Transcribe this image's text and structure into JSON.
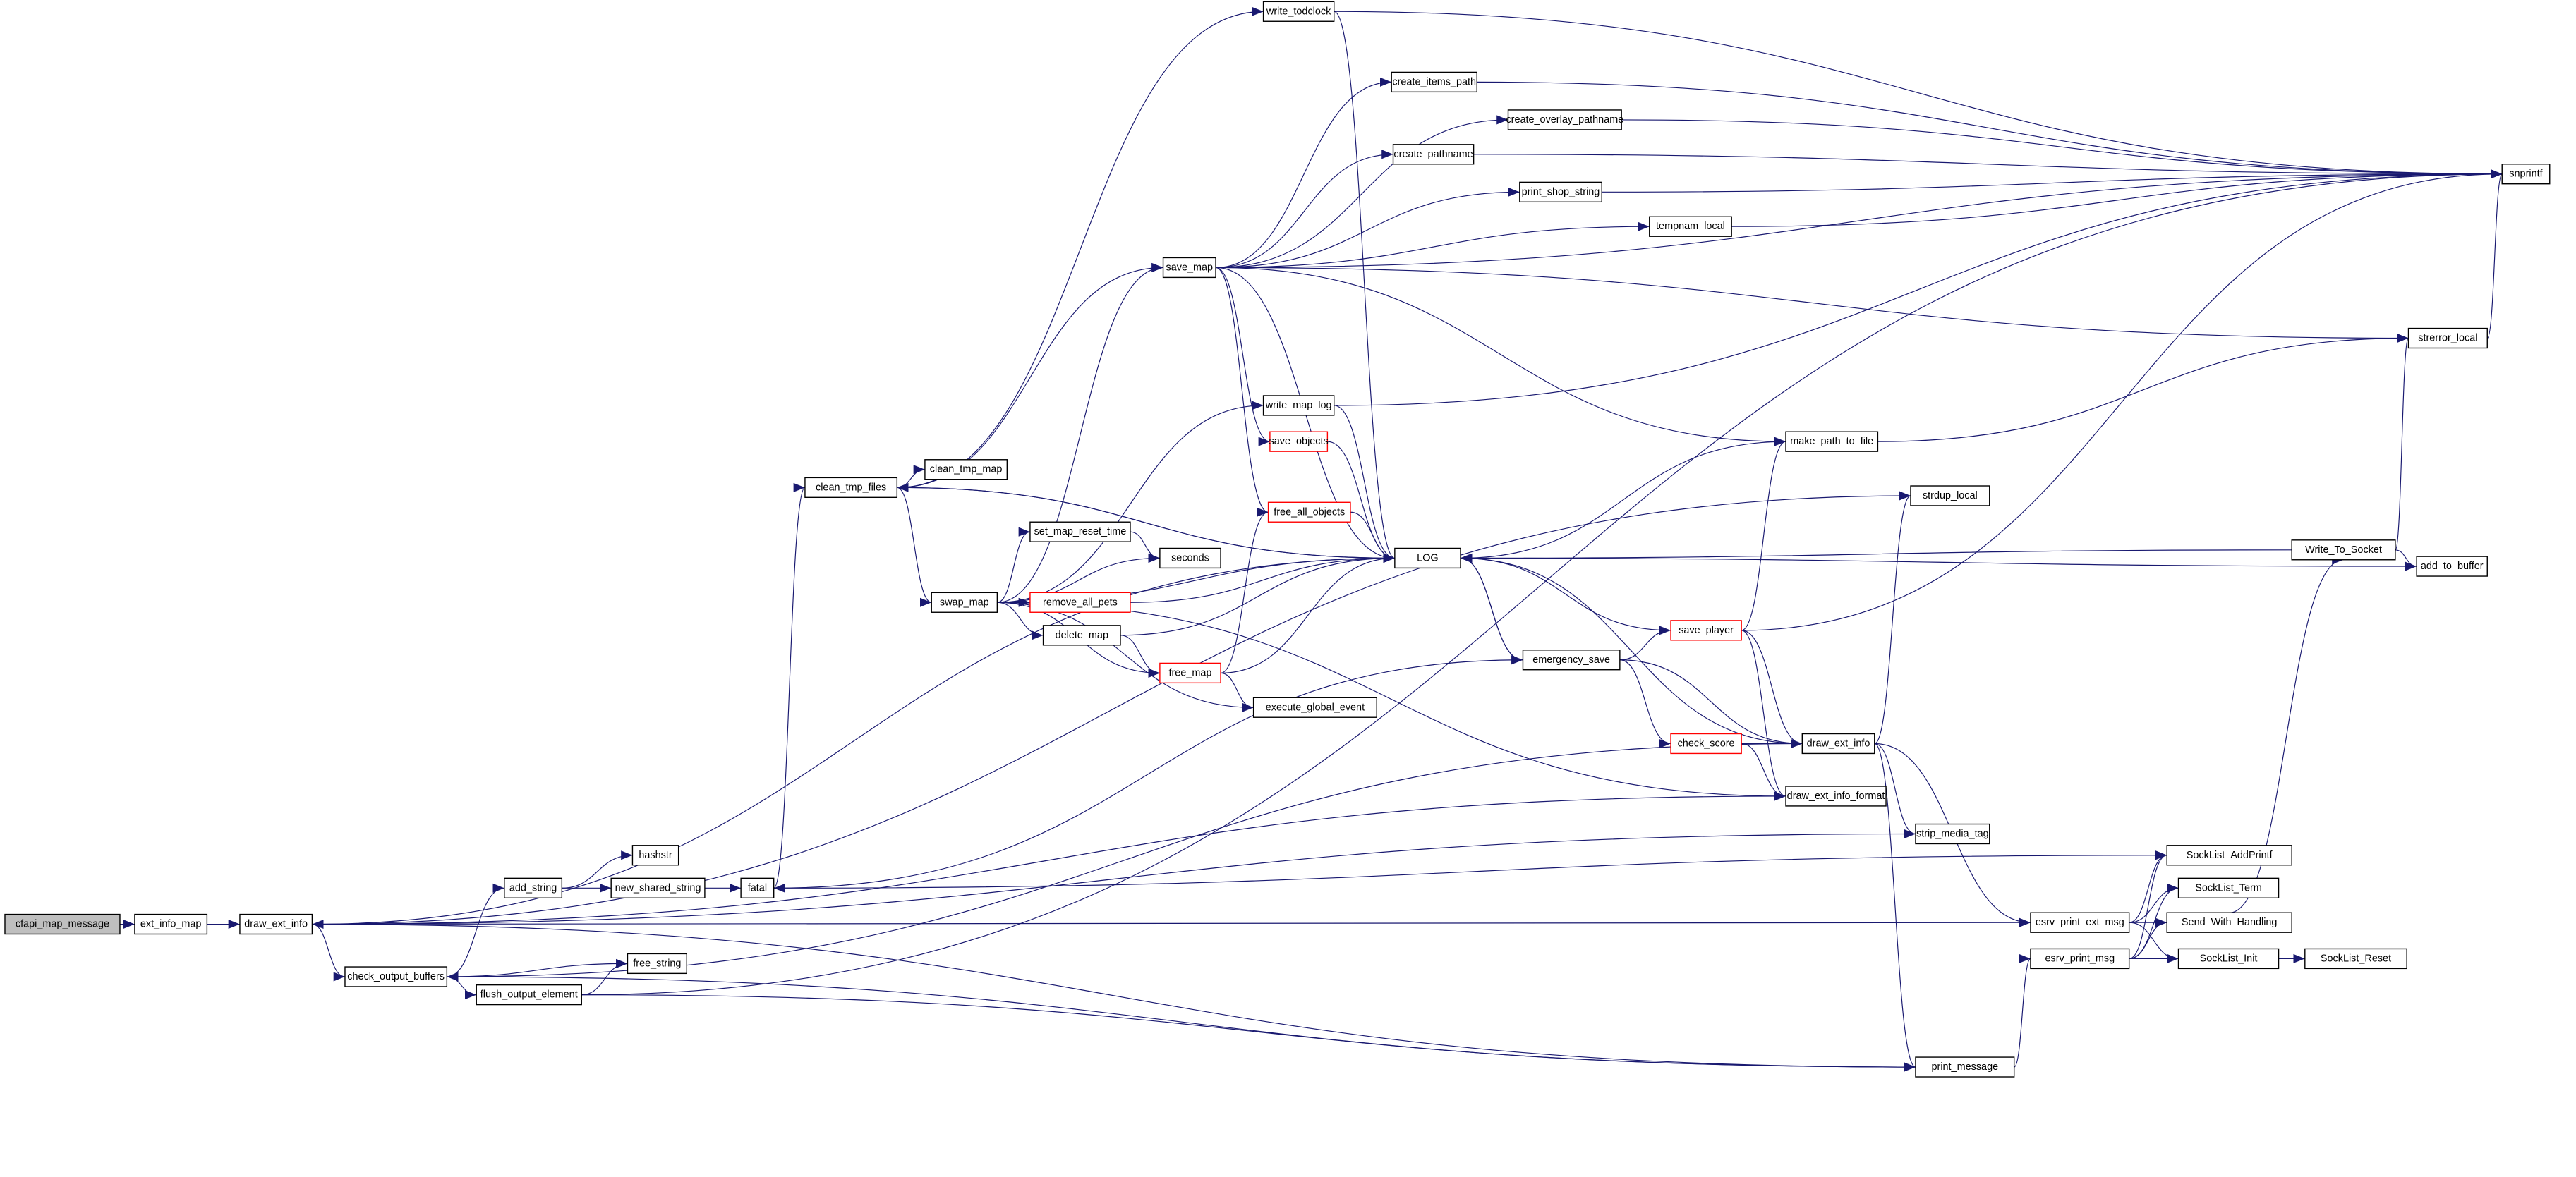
{
  "title": "cfapi_map_message call graph",
  "colors": {
    "edge": "#191970",
    "root_fill": "#bfbfbf",
    "truncated_border": "#ff0000"
  },
  "nodes": [
    {
      "id": "cfapi_map_message",
      "label": "cfapi_map_message",
      "kind": "root"
    },
    {
      "id": "ext_info_map",
      "label": "ext_info_map"
    },
    {
      "id": "draw_ext_info_l",
      "label": "draw_ext_info"
    },
    {
      "id": "check_output_buffers",
      "label": "check_output_buffers"
    },
    {
      "id": "flush_output_element",
      "label": "flush_output_element"
    },
    {
      "id": "add_string",
      "label": "add_string"
    },
    {
      "id": "hashstr",
      "label": "hashstr"
    },
    {
      "id": "new_shared_string",
      "label": "new_shared_string"
    },
    {
      "id": "free_string",
      "label": "free_string"
    },
    {
      "id": "fatal",
      "label": "fatal"
    },
    {
      "id": "clean_tmp_files",
      "label": "clean_tmp_files"
    },
    {
      "id": "clean_tmp_map",
      "label": "clean_tmp_map"
    },
    {
      "id": "swap_map",
      "label": "swap_map"
    },
    {
      "id": "set_map_reset_time",
      "label": "set_map_reset_time"
    },
    {
      "id": "seconds",
      "label": "seconds"
    },
    {
      "id": "remove_all_pets",
      "label": "remove_all_pets",
      "kind": "truncated"
    },
    {
      "id": "delete_map",
      "label": "delete_map"
    },
    {
      "id": "free_map",
      "label": "free_map",
      "kind": "truncated"
    },
    {
      "id": "execute_global_event",
      "label": "execute_global_event"
    },
    {
      "id": "save_map",
      "label": "save_map"
    },
    {
      "id": "write_todclock",
      "label": "write_todclock"
    },
    {
      "id": "create_items_path",
      "label": "create_items_path"
    },
    {
      "id": "create_overlay_pathname",
      "label": "create_overlay_pathname"
    },
    {
      "id": "create_pathname",
      "label": "create_pathname"
    },
    {
      "id": "print_shop_string",
      "label": "print_shop_string"
    },
    {
      "id": "tempnam_local",
      "label": "tempnam_local"
    },
    {
      "id": "write_map_log",
      "label": "write_map_log"
    },
    {
      "id": "save_objects",
      "label": "save_objects",
      "kind": "truncated"
    },
    {
      "id": "free_all_objects",
      "label": "free_all_objects",
      "kind": "truncated"
    },
    {
      "id": "LOG",
      "label": "LOG"
    },
    {
      "id": "make_path_to_file",
      "label": "make_path_to_file"
    },
    {
      "id": "strdup_local",
      "label": "strdup_local"
    },
    {
      "id": "emergency_save",
      "label": "emergency_save"
    },
    {
      "id": "save_player",
      "label": "save_player",
      "kind": "truncated"
    },
    {
      "id": "check_score",
      "label": "check_score",
      "kind": "truncated"
    },
    {
      "id": "draw_ext_info_r",
      "label": "draw_ext_info"
    },
    {
      "id": "draw_ext_info_format",
      "label": "draw_ext_info_format"
    },
    {
      "id": "strip_media_tag",
      "label": "strip_media_tag"
    },
    {
      "id": "strerror_local",
      "label": "strerror_local"
    },
    {
      "id": "Write_To_Socket",
      "label": "Write_To_Socket"
    },
    {
      "id": "add_to_buffer",
      "label": "add_to_buffer"
    },
    {
      "id": "snprintf",
      "label": "snprintf"
    },
    {
      "id": "SockList_AddPrintf",
      "label": "SockList_AddPrintf"
    },
    {
      "id": "SockList_Term",
      "label": "SockList_Term"
    },
    {
      "id": "Send_With_Handling",
      "label": "Send_With_Handling"
    },
    {
      "id": "SockList_Init",
      "label": "SockList_Init"
    },
    {
      "id": "SockList_Reset",
      "label": "SockList_Reset"
    },
    {
      "id": "esrv_print_ext_msg",
      "label": "esrv_print_ext_msg"
    },
    {
      "id": "esrv_print_msg",
      "label": "esrv_print_msg"
    },
    {
      "id": "print_message",
      "label": "print_message"
    }
  ],
  "edges": [
    [
      "cfapi_map_message",
      "ext_info_map"
    ],
    [
      "ext_info_map",
      "draw_ext_info_l"
    ],
    [
      "draw_ext_info_l",
      "check_output_buffers"
    ],
    [
      "draw_ext_info_l",
      "LOG"
    ],
    [
      "draw_ext_info_l",
      "strip_media_tag"
    ],
    [
      "draw_ext_info_l",
      "print_message"
    ],
    [
      "draw_ext_info_l",
      "esrv_print_ext_msg"
    ],
    [
      "draw_ext_info_l",
      "strdup_local"
    ],
    [
      "check_output_buffers",
      "add_string"
    ],
    [
      "check_output_buffers",
      "free_string"
    ],
    [
      "check_output_buffers",
      "flush_output_element"
    ],
    [
      "check_output_buffers",
      "print_message"
    ],
    [
      "add_string",
      "hashstr"
    ],
    [
      "add_string",
      "new_shared_string"
    ],
    [
      "new_shared_string",
      "fatal"
    ],
    [
      "fatal",
      "clean_tmp_files"
    ],
    [
      "fatal",
      "emergency_save"
    ],
    [
      "flush_output_element",
      "free_string"
    ],
    [
      "flush_output_element",
      "snprintf"
    ],
    [
      "flush_output_element",
      "print_message"
    ],
    [
      "clean_tmp_files",
      "write_todclock"
    ],
    [
      "clean_tmp_files",
      "save_map"
    ],
    [
      "clean_tmp_files",
      "clean_tmp_map"
    ],
    [
      "clean_tmp_files",
      "swap_map"
    ],
    [
      "clean_tmp_files",
      "LOG"
    ],
    [
      "swap_map",
      "save_map"
    ],
    [
      "swap_map",
      "write_map_log"
    ],
    [
      "swap_map",
      "set_map_reset_time"
    ],
    [
      "swap_map",
      "seconds"
    ],
    [
      "swap_map",
      "remove_all_pets"
    ],
    [
      "swap_map",
      "delete_map"
    ],
    [
      "swap_map",
      "free_map"
    ],
    [
      "swap_map",
      "execute_global_event"
    ],
    [
      "swap_map",
      "LOG"
    ],
    [
      "swap_map",
      "draw_ext_info_format"
    ],
    [
      "save_map",
      "snprintf"
    ],
    [
      "save_map",
      "create_items_path"
    ],
    [
      "save_map",
      "create_overlay_pathname"
    ],
    [
      "save_map",
      "create_pathname"
    ],
    [
      "save_map",
      "print_shop_string"
    ],
    [
      "save_map",
      "tempnam_local"
    ],
    [
      "save_map",
      "strerror_local"
    ],
    [
      "save_map",
      "make_path_to_file"
    ],
    [
      "save_map",
      "LOG"
    ],
    [
      "save_map",
      "save_objects"
    ],
    [
      "save_map",
      "free_all_objects"
    ],
    [
      "write_todclock",
      "snprintf"
    ],
    [
      "write_todclock",
      "LOG"
    ],
    [
      "create_items_path",
      "snprintf"
    ],
    [
      "create_overlay_pathname",
      "snprintf"
    ],
    [
      "create_pathname",
      "snprintf"
    ],
    [
      "print_shop_string",
      "snprintf"
    ],
    [
      "tempnam_local",
      "snprintf"
    ],
    [
      "write_map_log",
      "snprintf"
    ],
    [
      "write_map_log",
      "LOG"
    ],
    [
      "save_objects",
      "LOG"
    ],
    [
      "free_all_objects",
      "LOG"
    ],
    [
      "remove_all_pets",
      "LOG"
    ],
    [
      "delete_map",
      "LOG"
    ],
    [
      "delete_map",
      "free_map"
    ],
    [
      "free_map",
      "free_all_objects"
    ],
    [
      "free_map",
      "LOG"
    ],
    [
      "free_map",
      "execute_global_event"
    ],
    [
      "set_map_reset_time",
      "seconds"
    ],
    [
      "LOG",
      "clean_tmp_files"
    ],
    [
      "LOG",
      "emergency_save"
    ],
    [
      "make_path_to_file",
      "LOG"
    ],
    [
      "make_path_to_file",
      "strerror_local"
    ],
    [
      "strerror_local",
      "snprintf"
    ],
    [
      "emergency_save",
      "LOG"
    ],
    [
      "emergency_save",
      "save_player"
    ],
    [
      "emergency_save",
      "check_score"
    ],
    [
      "emergency_save",
      "draw_ext_info_r"
    ],
    [
      "save_player",
      "LOG"
    ],
    [
      "save_player",
      "make_path_to_file"
    ],
    [
      "save_player",
      "draw_ext_info_r"
    ],
    [
      "save_player",
      "draw_ext_info_format"
    ],
    [
      "save_player",
      "snprintf"
    ],
    [
      "check_score",
      "draw_ext_info_r"
    ],
    [
      "check_score",
      "draw_ext_info_format"
    ],
    [
      "draw_ext_info_r",
      "LOG"
    ],
    [
      "draw_ext_info_r",
      "strdup_local"
    ],
    [
      "draw_ext_info_r",
      "strip_media_tag"
    ],
    [
      "draw_ext_info_r",
      "print_message"
    ],
    [
      "draw_ext_info_r",
      "esrv_print_ext_msg"
    ],
    [
      "draw_ext_info_r",
      "check_output_buffers"
    ],
    [
      "draw_ext_info_format",
      "draw_ext_info_l"
    ],
    [
      "Write_To_Socket",
      "LOG"
    ],
    [
      "Write_To_Socket",
      "strerror_local"
    ],
    [
      "Write_To_Socket",
      "add_to_buffer"
    ],
    [
      "add_to_buffer",
      "LOG"
    ],
    [
      "SockList_AddPrintf",
      "fatal"
    ],
    [
      "Send_With_Handling",
      "Write_To_Socket"
    ],
    [
      "esrv_print_ext_msg",
      "SockList_AddPrintf"
    ],
    [
      "esrv_print_ext_msg",
      "SockList_Term"
    ],
    [
      "esrv_print_ext_msg",
      "Send_With_Handling"
    ],
    [
      "esrv_print_ext_msg",
      "SockList_Init"
    ],
    [
      "esrv_print_msg",
      "SockList_AddPrintf"
    ],
    [
      "esrv_print_msg",
      "SockList_Term"
    ],
    [
      "esrv_print_msg",
      "Send_With_Handling"
    ],
    [
      "esrv_print_msg",
      "SockList_Init"
    ],
    [
      "SockList_Init",
      "SockList_Reset"
    ],
    [
      "print_message",
      "esrv_print_msg"
    ]
  ]
}
